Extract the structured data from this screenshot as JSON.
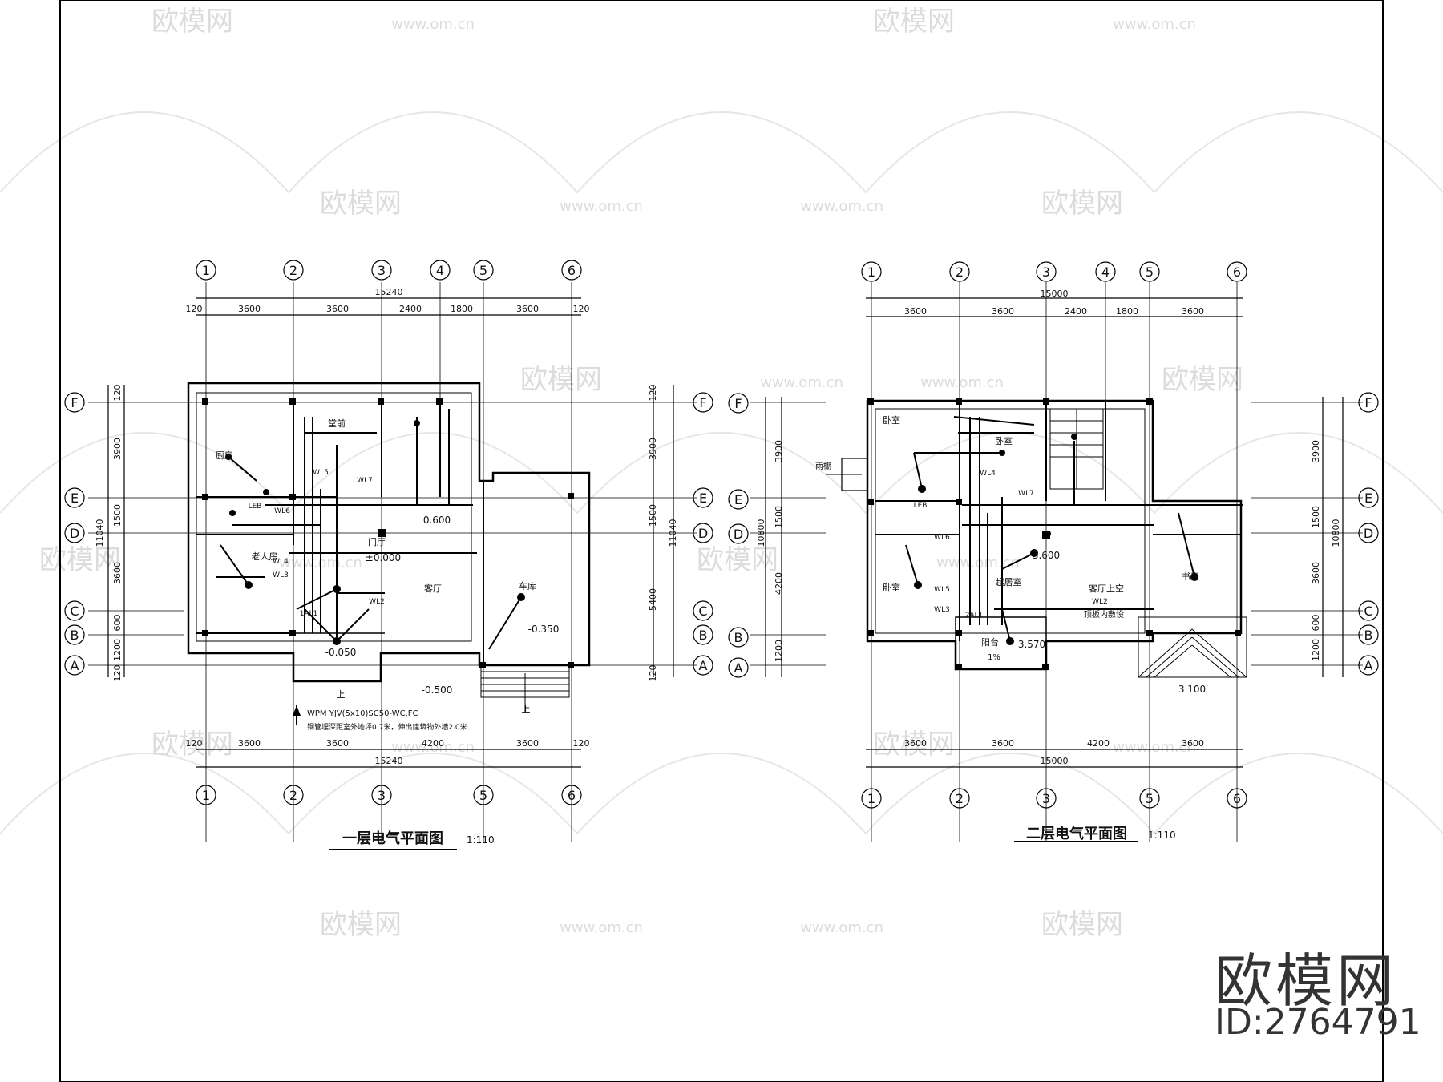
{
  "plans": [
    {
      "title": "一层电气平面图",
      "scale": "1:110",
      "axes_top": [
        "1",
        "2",
        "3",
        "4",
        "5",
        "6"
      ],
      "axes_bottom": [
        "1",
        "2",
        "3",
        "5",
        "6"
      ],
      "rows": [
        "F",
        "E",
        "D",
        "C",
        "B",
        "A"
      ],
      "dims_top": [
        "120",
        "3600",
        "3600",
        "2400",
        "1800",
        "3600",
        "120"
      ],
      "dims_top_total": "15240",
      "dims_bottom": [
        "120",
        "3600",
        "3600",
        "4200",
        "3600",
        "120"
      ],
      "dims_bottom_total": "15240",
      "dims_left": [
        "120",
        "3900",
        "1500",
        "3600",
        "600",
        "1200",
        "120"
      ],
      "dims_left_total": "11040",
      "dims_right": [
        "120",
        "3900",
        "1500",
        "5400",
        "120"
      ],
      "dims_right_total": "11040",
      "rooms": [
        "厨房",
        "堂前",
        "老人房",
        "门厅",
        "客厅",
        "车库"
      ],
      "levels": [
        "0.600",
        "±0.000",
        "-0.050",
        "-0.350",
        "-0.500"
      ],
      "circuits": [
        "WL5",
        "WL7",
        "WL6",
        "WL4",
        "WL3",
        "WL2",
        "1AL1",
        "LEB"
      ],
      "note_cable": "WPM   YJV(5x10)SC50-WC,FC",
      "note_pipe": "钢管埋深距室外地坪0.7米，伸出建筑物外墙2.0米",
      "stair_up": "上"
    },
    {
      "title": "二层电气平面图",
      "scale": "1:110",
      "axes_top": [
        "1",
        "2",
        "3",
        "4",
        "5",
        "6"
      ],
      "axes_bottom": [
        "1",
        "2",
        "3",
        "5",
        "6"
      ],
      "rows": [
        "F",
        "E",
        "D",
        "C",
        "B",
        "A"
      ],
      "dims_top": [
        "3600",
        "3600",
        "2400",
        "1800",
        "3600"
      ],
      "dims_top_total": "15000",
      "dims_bottom": [
        "3600",
        "3600",
        "4200",
        "3600"
      ],
      "dims_bottom_total": "15000",
      "dims_left": [
        "3900",
        "1500",
        "4200",
        "1200"
      ],
      "dims_left_total": "10800",
      "dims_right": [
        "3900",
        "1500",
        "3600",
        "600",
        "1200"
      ],
      "dims_right_total": "10800",
      "rooms": [
        "卧室",
        "卧室",
        "起居室",
        "客厅上空",
        "书房",
        "卧室",
        "阳台"
      ],
      "levels": [
        "3.600",
        "3.570",
        "3.100"
      ],
      "circuits": [
        "WL4",
        "WL7",
        "WL6",
        "WL5",
        "WL3",
        "WL2",
        "2AL1",
        "LEB"
      ],
      "note_ceiling": "顶板内敷设",
      "note_rain": "雨棚",
      "balcony_slope": "1%"
    }
  ],
  "watermark": {
    "logo_text": "欧模网",
    "url": "www.om.cn"
  },
  "brand": {
    "name": "欧模网",
    "id": "ID:2764791"
  }
}
